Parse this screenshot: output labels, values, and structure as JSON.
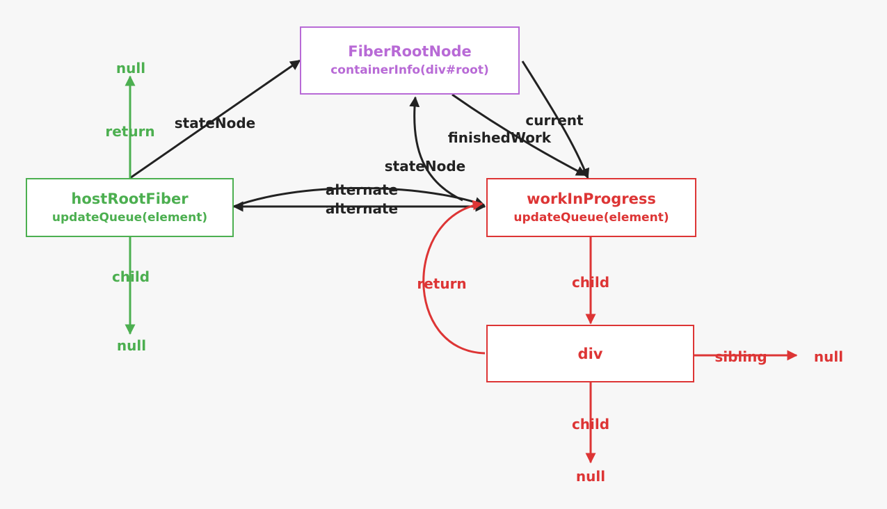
{
  "colors": {
    "green": "#4caf50",
    "red": "#dd3535",
    "purple": "#b86ad6",
    "dark": "#222222",
    "background": "#f7f7f7"
  },
  "nodes": {
    "fiber_root_node": {
      "title": "FiberRootNode",
      "subtitle": "containerInfo(div#root)"
    },
    "host_root_fiber": {
      "title": "hostRootFiber",
      "subtitle": "updateQueue(element)"
    },
    "work_in_progress": {
      "title": "workInProgress",
      "subtitle": "updateQueue(element)"
    },
    "div": {
      "title": "div"
    }
  },
  "labels": {
    "state_node_left": "stateNode",
    "state_node_mid": "stateNode",
    "current": "current",
    "finished_work": "finishedWork",
    "alternate_top": "alternate",
    "alternate_bottom": "alternate",
    "host_return": "return",
    "host_child": "child",
    "wip_return": "return",
    "wip_child": "child",
    "div_child": "child",
    "div_sibling": "sibling"
  },
  "terminals": {
    "host_top": "null",
    "host_bottom": "null",
    "div_bottom": "null",
    "div_right": "null"
  }
}
